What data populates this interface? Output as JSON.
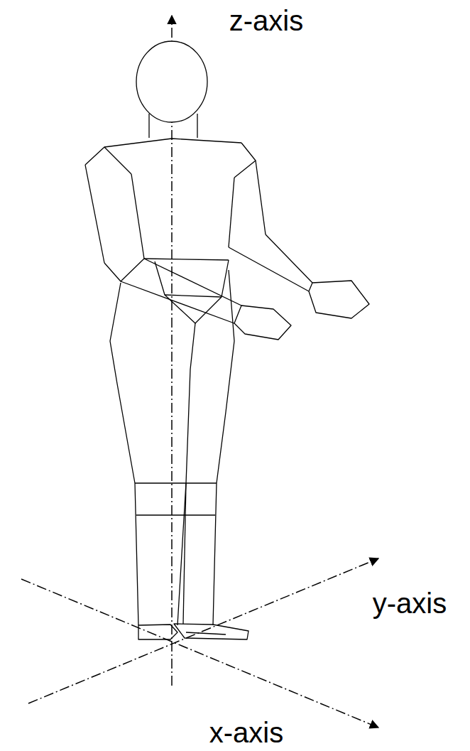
{
  "diagram": {
    "labels": [
      "z-axis",
      "y-axis",
      "x-axis"
    ]
  }
}
